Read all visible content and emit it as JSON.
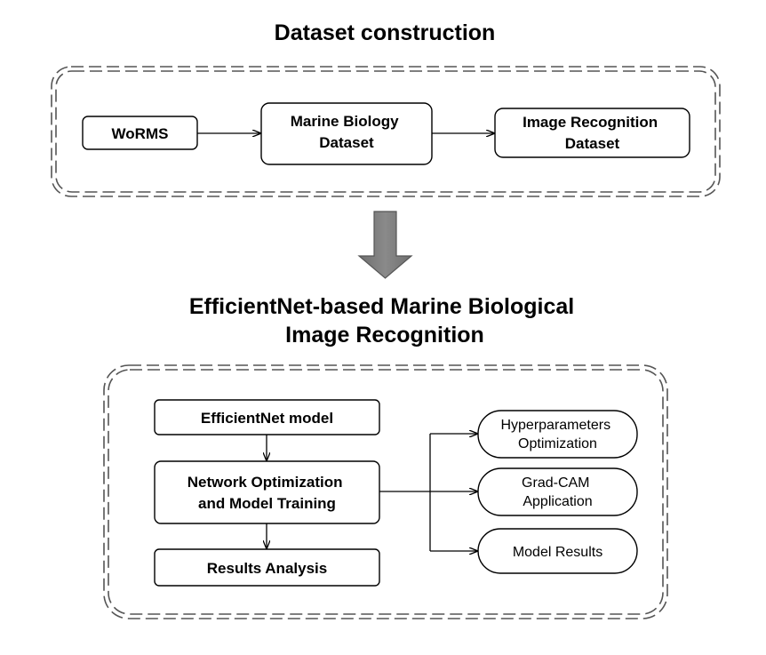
{
  "section1": {
    "title": "Dataset construction",
    "nodes": {
      "worms": "WoRMS",
      "marine_dataset": [
        "Marine Biology",
        "Dataset"
      ],
      "image_dataset": [
        "Image Recognition",
        "Dataset"
      ]
    }
  },
  "section2": {
    "title": [
      "EfficientNet-based Marine Biological",
      "Image Recognition"
    ],
    "nodes": {
      "efficientnet_model": "EfficientNet model",
      "network_optimization": [
        "Network Optimization",
        "and Model Training"
      ],
      "results_analysis": "Results Analysis",
      "hyperparameters": [
        "Hyperparameters",
        "Optimization"
      ],
      "gradcam": [
        "Grad-CAM",
        "Application"
      ],
      "model_results": "Model Results"
    }
  },
  "colors": {
    "stroke": "#000000",
    "frame": "#555555",
    "flow_arrow": "#7a7a7a",
    "flow_arrow_edge": "#555555"
  }
}
